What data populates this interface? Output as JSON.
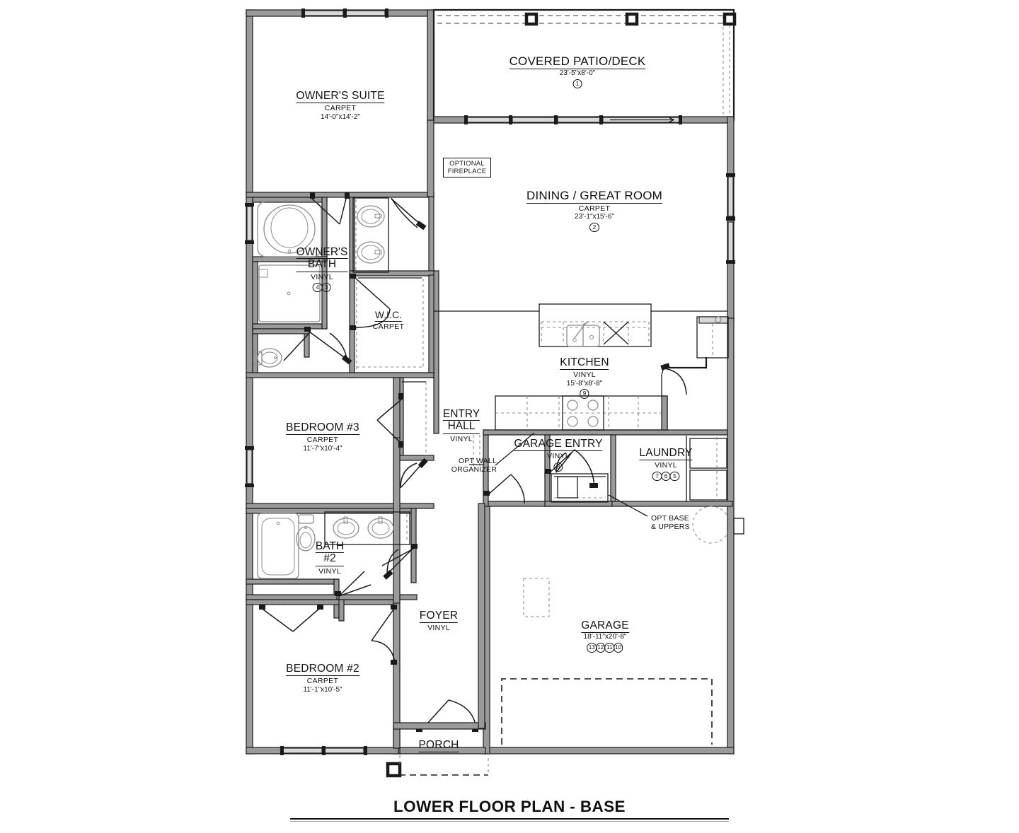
{
  "document": {
    "title": "LOWER FLOOR PLAN - BASE",
    "type": "architectural-floor-plan"
  },
  "rooms": [
    {
      "id": "owners-suite",
      "name": "OWNER'S SUITE",
      "finish": "CARPET",
      "dimensions": "14'-0\"x14'-2\"",
      "keys": []
    },
    {
      "id": "covered-patio-deck",
      "name": "COVERED PATIO/DECK",
      "finish": "",
      "dimensions": "23'-5\"x8'-0\"",
      "keys": [
        "1"
      ]
    },
    {
      "id": "dining-great-room",
      "name": "DINING / GREAT ROOM",
      "finish": "CARPET",
      "dimensions": "23'-1\"x15'-6\"",
      "keys": [
        "2"
      ]
    },
    {
      "id": "owners-bath",
      "name_line1": "OWNER'S",
      "name_line2": "BATH",
      "finish": "VINYL",
      "dimensions": "",
      "keys": [
        "4",
        "3"
      ]
    },
    {
      "id": "wic",
      "name": "W.I.C.",
      "finish": "CARPET",
      "dimensions": "",
      "keys": []
    },
    {
      "id": "kitchen",
      "name": "KITCHEN",
      "finish": "VINYL",
      "dimensions": "15'-8\"x8'-8\"",
      "keys": [
        "9"
      ]
    },
    {
      "id": "entry-hall",
      "name_line1": "ENTRY",
      "name_line2": "HALL",
      "finish": "VINYL",
      "dimensions": "",
      "keys": []
    },
    {
      "id": "garage-entry",
      "name": "GARAGE ENTRY",
      "finish": "VINYL",
      "dimensions": "",
      "keys": [
        "8"
      ]
    },
    {
      "id": "laundry",
      "name": "LAUNDRY",
      "finish": "VINYL",
      "dimensions": "",
      "keys": [
        "7",
        "6",
        "5"
      ]
    },
    {
      "id": "bedroom-3",
      "name": "BEDROOM #3",
      "finish": "CARPET",
      "dimensions": "11'-7\"x10'-4\"",
      "keys": []
    },
    {
      "id": "bath-2",
      "name_line1": "BATH",
      "name_line2": "#2",
      "finish": "VINYL",
      "dimensions": "",
      "keys": []
    },
    {
      "id": "bedroom-2",
      "name": "BEDROOM #2",
      "finish": "CARPET",
      "dimensions": "11'-1\"x10'-5\"",
      "keys": []
    },
    {
      "id": "foyer",
      "name": "FOYER",
      "finish": "VINYL",
      "dimensions": "",
      "keys": []
    },
    {
      "id": "garage",
      "name": "GARAGE",
      "finish": "",
      "dimensions": "18'-11\"x20'-8\"",
      "keys": [
        "13",
        "12",
        "11",
        "10"
      ]
    },
    {
      "id": "porch",
      "name": "PORCH",
      "finish": "",
      "dimensions": "",
      "keys": []
    }
  ],
  "annotations": {
    "optional_fireplace_line1": "OPTIONAL",
    "optional_fireplace_line2": "FIREPLACE",
    "opt_wall_organizer_line1": "OPT WALL",
    "opt_wall_organizer_line2": "ORGANIZER",
    "opt_base_uppers_line1": "OPT BASE",
    "opt_base_uppers_line2": "& UPPERS"
  },
  "colors": {
    "line": "#1a1a1a",
    "wall_fill": "#9a9a9a",
    "fixture": "#8c8c8c",
    "background": "#ffffff"
  }
}
